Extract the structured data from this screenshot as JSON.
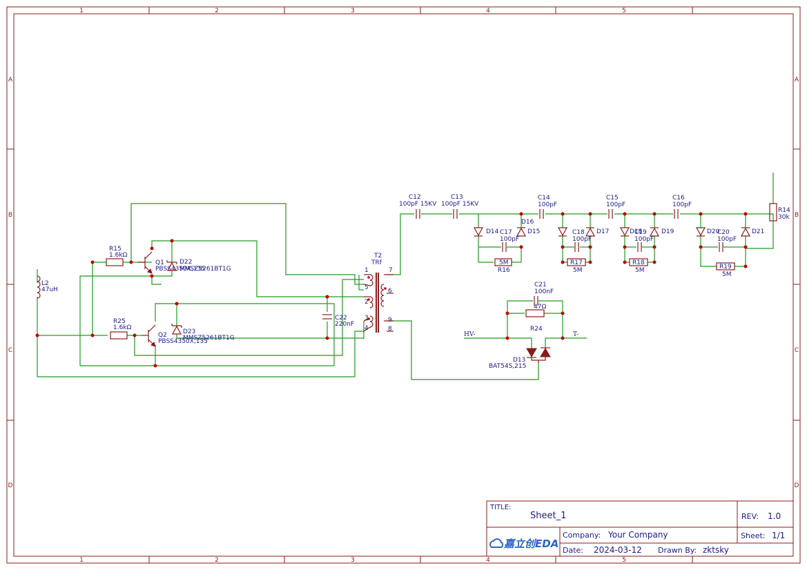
{
  "border": {
    "col_labels": [
      "1",
      "2",
      "3",
      "4",
      "5"
    ],
    "row_labels": [
      "A",
      "B",
      "C",
      "D"
    ]
  },
  "parts": {
    "q1": {
      "ref": "Q1",
      "value": "PBSS4350X,135"
    },
    "q2": {
      "ref": "Q2",
      "value": "PBSS4350X,135"
    },
    "r15": {
      "ref": "R15",
      "value": "1.6kΩ"
    },
    "r25": {
      "ref": "R25",
      "value": "1.6kΩ"
    },
    "d22": {
      "ref": "D22",
      "value": "MMSZ5261BT1G"
    },
    "d23": {
      "ref": "D23",
      "value": "MMSZ5261BT1G"
    },
    "l2": {
      "ref": "L2",
      "value": "47uH"
    },
    "c22": {
      "ref": "C22",
      "value": "220nF"
    },
    "t2": {
      "ref": "T2",
      "value": "TRf",
      "pins": [
        "1",
        "5",
        "2",
        "3",
        "4",
        "7",
        "6",
        "9",
        "8"
      ]
    },
    "c12": {
      "ref": "C12",
      "value": "100pF 15KV"
    },
    "c13": {
      "ref": "C13",
      "value": "100pF 15KV"
    },
    "c14": {
      "ref": "C14",
      "value": "100pF"
    },
    "c15": {
      "ref": "C15",
      "value": "100pF"
    },
    "c16": {
      "ref": "C16",
      "value": "100pF"
    },
    "c17": {
      "ref": "C17",
      "value": "100pF"
    },
    "c18": {
      "ref": "C18",
      "value": "100pF"
    },
    "c19": {
      "ref": "C19",
      "value": "100pF"
    },
    "c20": {
      "ref": "C20",
      "value": "100pF"
    },
    "c21": {
      "ref": "C21",
      "value": "100nF"
    },
    "d14": {
      "ref": "D14"
    },
    "d15": {
      "ref": "D15"
    },
    "d16": {
      "ref": "D16"
    },
    "d17": {
      "ref": "D17"
    },
    "d18": {
      "ref": "D18"
    },
    "d19": {
      "ref": "D19"
    },
    "d20": {
      "ref": "D20"
    },
    "d21": {
      "ref": "D21"
    },
    "r16": {
      "ref": "R16",
      "value": "5M"
    },
    "r17": {
      "ref": "R17",
      "value": "5M"
    },
    "r18": {
      "ref": "R18",
      "value": "5M"
    },
    "r19": {
      "ref": "R19",
      "value": "5M"
    },
    "r14": {
      "ref": "R14",
      "value": "30k"
    },
    "r24": {
      "ref": "R24",
      "value": "47Ω"
    },
    "d13": {
      "ref": "D13",
      "value": "BAT54S,215"
    }
  },
  "nets": {
    "hv_minus": "HV-",
    "t_minus": "T-"
  },
  "title_block": {
    "title_label": "TITLE:",
    "title": "Sheet_1",
    "rev_label": "REV:",
    "rev": "1.0",
    "company_label": "Company:",
    "company": "Your Company",
    "sheet_label": "Sheet:",
    "sheet": "1/1",
    "date_label": "Date:",
    "date": "2024-03-12",
    "drawn_label": "Drawn By:",
    "drawn_by": "zktsky",
    "logo_text": "嘉立创EDA"
  },
  "colors": {
    "frame": "#8b1a1a",
    "wire": "#1e9a1e",
    "label": "#1a1a8b",
    "junction": "#c00000"
  }
}
